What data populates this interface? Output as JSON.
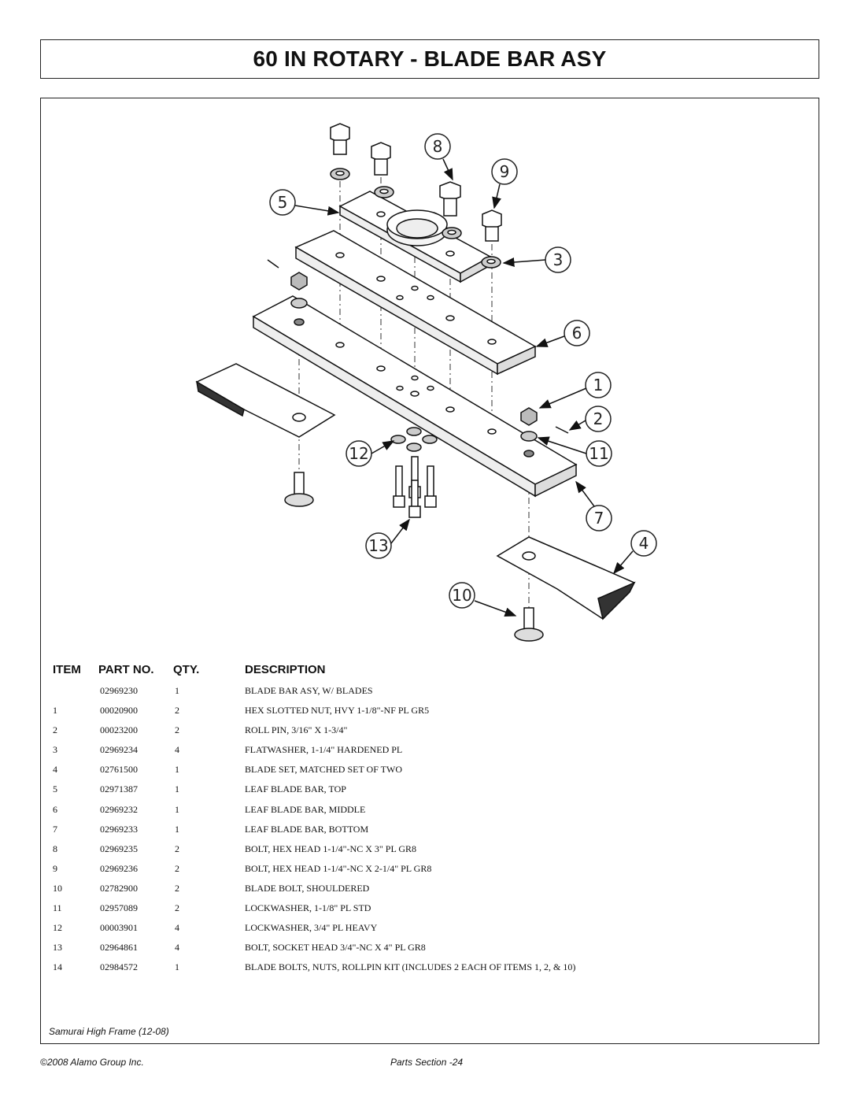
{
  "title": "60 IN ROTARY - BLADE BAR ASY",
  "diagram": {
    "callouts": [
      "8",
      "9",
      "5",
      "3",
      "6",
      "1",
      "2",
      "12",
      "11",
      "7",
      "13",
      "4",
      "10"
    ]
  },
  "parts_header": {
    "item": "ITEM",
    "part_no": "PART NO.",
    "qty": "QTY.",
    "description": "DESCRIPTION"
  },
  "parts": [
    {
      "item": "",
      "part_no": "02969230",
      "qty": "1",
      "description": "BLADE BAR ASY, W/ BLADES"
    },
    {
      "item": "1",
      "part_no": "00020900",
      "qty": "2",
      "description": "HEX SLOTTED NUT, HVY 1-1/8\"-NF PL GR5"
    },
    {
      "item": "2",
      "part_no": "00023200",
      "qty": "2",
      "description": "ROLL PIN, 3/16\" X 1-3/4\""
    },
    {
      "item": "3",
      "part_no": "02969234",
      "qty": "4",
      "description": "FLATWASHER, 1-1/4\" HARDENED PL"
    },
    {
      "item": "4",
      "part_no": "02761500",
      "qty": "1",
      "description": "BLADE SET, MATCHED SET OF TWO"
    },
    {
      "item": "5",
      "part_no": "02971387",
      "qty": "1",
      "description": "LEAF BLADE BAR, TOP"
    },
    {
      "item": "6",
      "part_no": "02969232",
      "qty": "1",
      "description": "LEAF BLADE BAR, MIDDLE"
    },
    {
      "item": "7",
      "part_no": "02969233",
      "qty": "1",
      "description": "LEAF BLADE BAR, BOTTOM"
    },
    {
      "item": "8",
      "part_no": "02969235",
      "qty": "2",
      "description": "BOLT, HEX HEAD 1-1/4\"-NC X 3\" PL GR8"
    },
    {
      "item": "9",
      "part_no": "02969236",
      "qty": "2",
      "description": "BOLT, HEX HEAD 1-1/4\"-NC X 2-1/4\" PL GR8"
    },
    {
      "item": "10",
      "part_no": "02782900",
      "qty": "2",
      "description": "BLADE BOLT, SHOULDERED"
    },
    {
      "item": "11",
      "part_no": "02957089",
      "qty": "2",
      "description": "LOCKWASHER, 1-1/8\" PL STD"
    },
    {
      "item": "12",
      "part_no": "00003901",
      "qty": "4",
      "description": "LOCKWASHER, 3/4\" PL HEAVY"
    },
    {
      "item": "13",
      "part_no": "02964861",
      "qty": "4",
      "description": "BOLT, SOCKET HEAD 3/4\"-NC X 4\" PL GR8"
    },
    {
      "item": "14",
      "part_no": "02984572",
      "qty": "1",
      "description": "BLADE BOLTS, NUTS, ROLLPIN KIT (INCLUDES 2 EACH OF ITEMS 1, 2, & 10)"
    }
  ],
  "footer": {
    "note": "Samurai High Frame (12-08)",
    "copyright": "©2008 Alamo Group Inc.",
    "page": "Parts Section -24"
  }
}
